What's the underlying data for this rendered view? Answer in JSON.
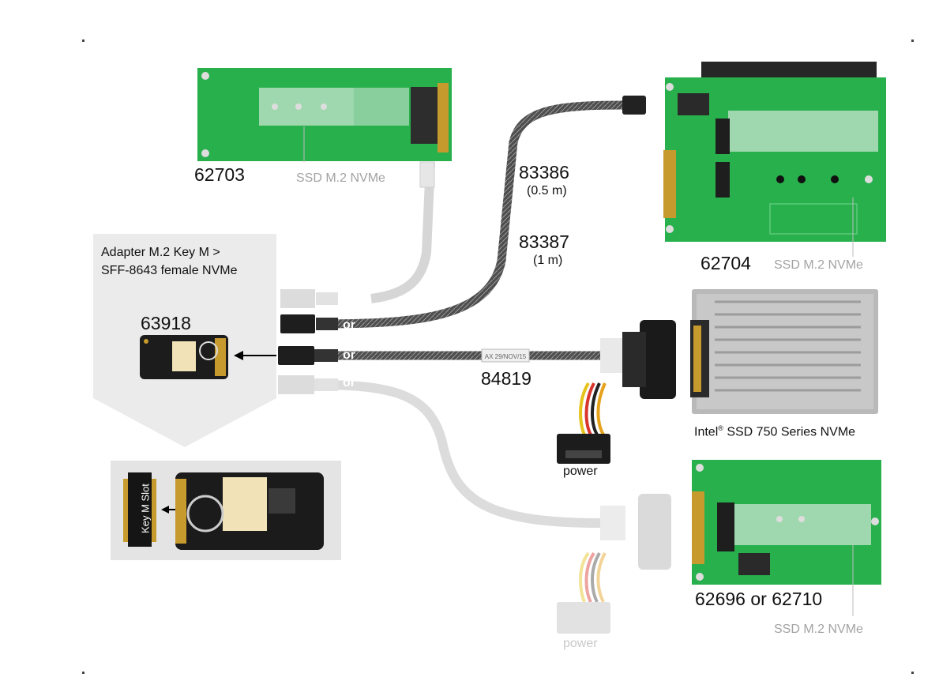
{
  "adapter_caption": {
    "line1": "Adapter M.2 Key M >",
    "line2": "SFF-8643 female NVMe"
  },
  "products": {
    "p62703": "62703",
    "p62704": "62704",
    "p63918": "63918",
    "p84819": "84819",
    "p62696": "62696 or 62710"
  },
  "cables": {
    "c83386": "83386",
    "c83386_len": "(0.5 m)",
    "c83387": "83387",
    "c83387_len": "(1 m)"
  },
  "ssd_label": "SSD M.2 NVMe",
  "intel_ssd": {
    "brand": "Intel",
    "reg": "®",
    "rest": " SSD 750 Series NVMe"
  },
  "power_label": "power",
  "or_label": "or",
  "slot_label": "Key M Slot",
  "colors": {
    "pcb_green": "#22b24c",
    "cable_dark": "#5a5a5a",
    "cable_faded": "#d4d4d4",
    "callout_gray": "#ebebeb",
    "module_black": "#1c1c1c"
  }
}
